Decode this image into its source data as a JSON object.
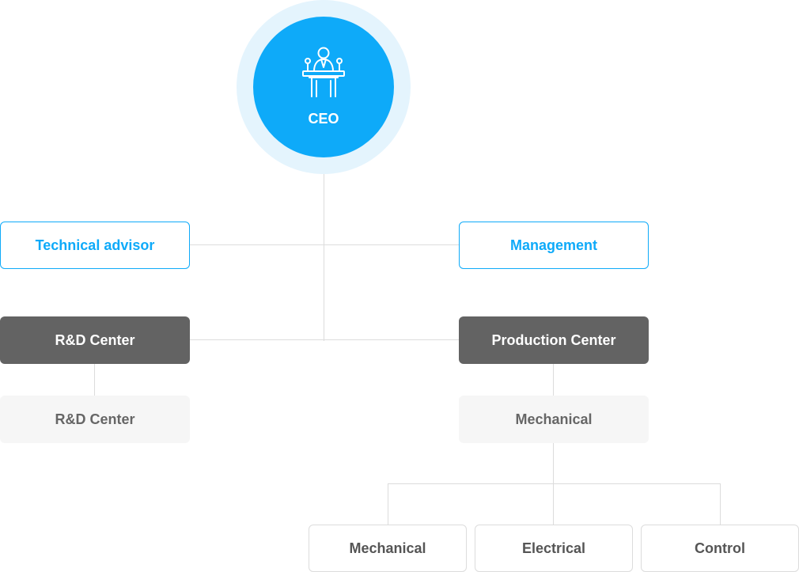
{
  "ceo": {
    "label": "CEO",
    "icon": "podium-speaker-icon"
  },
  "advisory": {
    "left": "Technical advisor",
    "right": "Management"
  },
  "centers": {
    "left": "R&D Center",
    "right": "Production Center"
  },
  "sub_units": {
    "left": "R&D Center",
    "right": "Mechanical"
  },
  "teams": [
    "Mechanical",
    "Electrical",
    "Control"
  ],
  "colors": {
    "accent": "#0eaaf9",
    "accent_light": "#e4f4fd",
    "dark_box": "#636363",
    "light_box": "#f6f6f6",
    "connector": "#dcdcdc"
  }
}
